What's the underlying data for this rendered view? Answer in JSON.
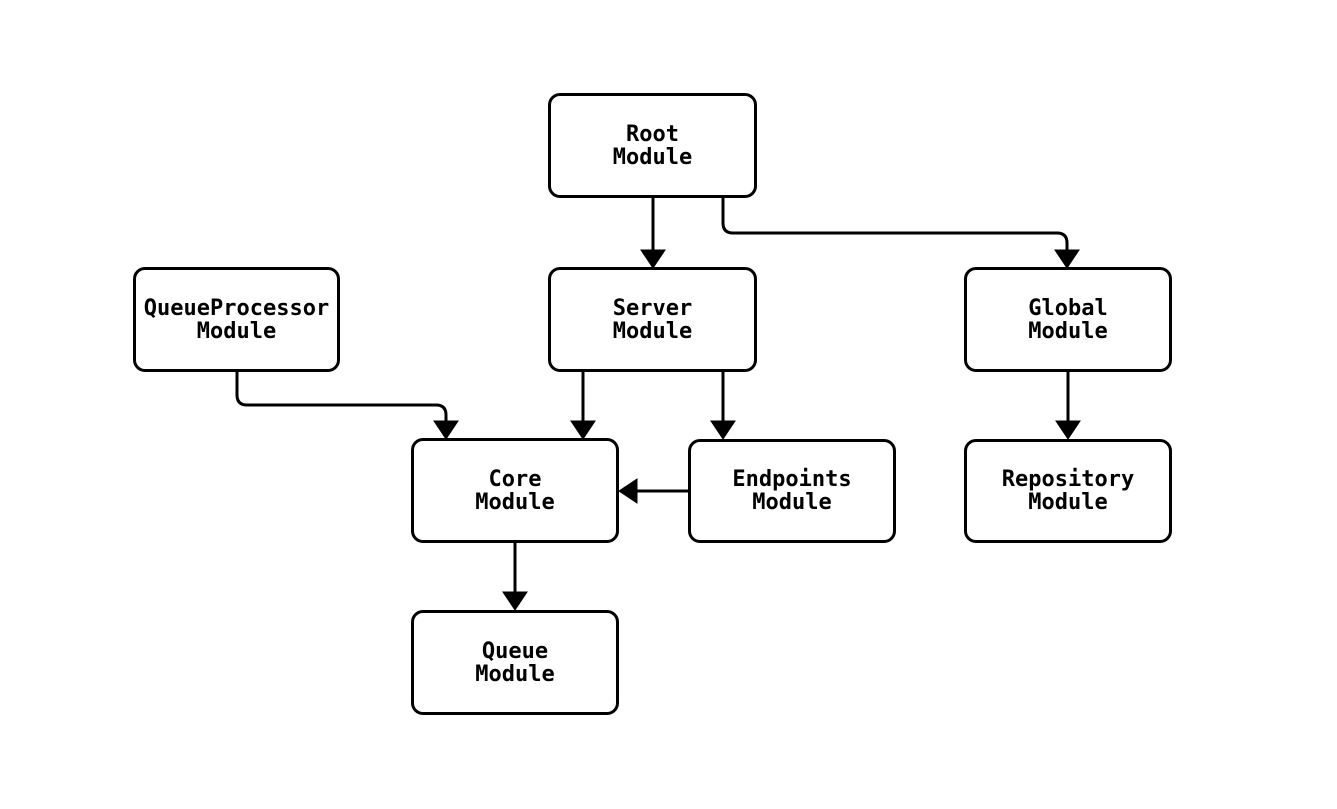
{
  "canvas": {
    "background_color": "#ffffff",
    "stroke_color": "#000000",
    "node_fill_color": "#ffffff",
    "text_color": "#000000"
  },
  "diagram": {
    "type": "module-dependency-flowchart",
    "nodes": [
      {
        "id": "root",
        "label": "Root\nModule"
      },
      {
        "id": "server",
        "label": "Server\nModule"
      },
      {
        "id": "global",
        "label": "Global\nModule"
      },
      {
        "id": "queueprocessor",
        "label": "QueueProcessor\nModule"
      },
      {
        "id": "core",
        "label": "Core\nModule"
      },
      {
        "id": "endpoints",
        "label": "Endpoints\nModule"
      },
      {
        "id": "repository",
        "label": "Repository\nModule"
      },
      {
        "id": "queue",
        "label": "Queue\nModule"
      }
    ],
    "edges": [
      {
        "from": "root",
        "to": "server"
      },
      {
        "from": "root",
        "to": "global"
      },
      {
        "from": "queueprocessor",
        "to": "core"
      },
      {
        "from": "server",
        "to": "core"
      },
      {
        "from": "server",
        "to": "endpoints"
      },
      {
        "from": "endpoints",
        "to": "core"
      },
      {
        "from": "global",
        "to": "repository"
      },
      {
        "from": "core",
        "to": "queue"
      }
    ]
  }
}
